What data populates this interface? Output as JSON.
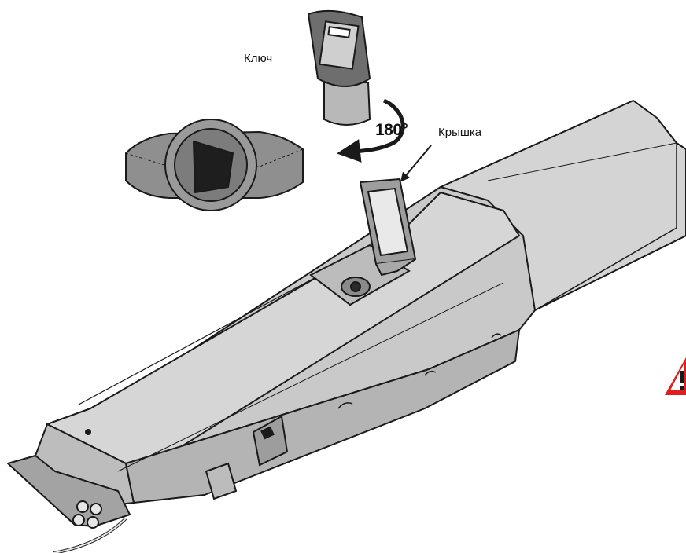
{
  "labels": {
    "key": "Ключ",
    "cover": "Крышка",
    "rotation": "180°"
  },
  "icons": {
    "warning": "warning-triangle-icon",
    "key": "key-icon",
    "arrow": "rotation-arrow-icon"
  },
  "colors": {
    "body": "#cfcfcf",
    "shade": "#a9a9a9",
    "outline": "#1a1a1a",
    "warning": "#e01e1e"
  }
}
